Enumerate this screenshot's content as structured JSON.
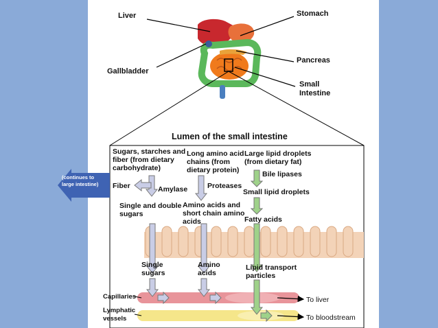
{
  "colors": {
    "background": "#8aaad8",
    "slide": "#ffffff",
    "liver": "#c8282e",
    "stomach": "#e8703a",
    "small_intestine": "#f07a1c",
    "colon": "#5bb85b",
    "villi": "#f3d3b8",
    "capillary": "#e8949a",
    "lymphatic": "#f5e68a",
    "sugar_arrow": "#c9cde6",
    "lipid_arrow": "#9fd28a",
    "note_arrow": "#3f63b3"
  },
  "organs": {
    "liver": "Liver",
    "stomach": "Stomach",
    "gallbladder": "Gallbladder",
    "pancreas": "Pancreas",
    "small_intestine": "Small\nIntestine"
  },
  "lumen_title": "Lumen of the small intestine",
  "carbohydrate": {
    "source": "Sugars, starches and\nfiber (from dietary\ncarbohydrate)",
    "fiber": "Fiber",
    "enzyme": "Amylase",
    "product": "Single and double\nsugars",
    "absorbed": "Single\nsugars"
  },
  "protein": {
    "source": "Long amino acid\nchains (from\ndietary protein)",
    "enzyme": "Proteases",
    "product": "Amino acids and\nshort chain amino\nacids",
    "absorbed": "Amino\nacids"
  },
  "fat": {
    "source": "Large lipid droplets\n(from dietary fat)",
    "enzyme": "Bile lipases",
    "intermediate": "Small lipid droplets",
    "product": "Fatty acids",
    "absorbed": "Lipid transport\nparticles"
  },
  "note": "(continues to\nlarge intestine)",
  "vessels": {
    "capillaries": "Capillaries",
    "lymphatic": "Lymphatic\nvessels",
    "to_liver": "To liver",
    "to_bloodstream": "To bloodstream"
  }
}
